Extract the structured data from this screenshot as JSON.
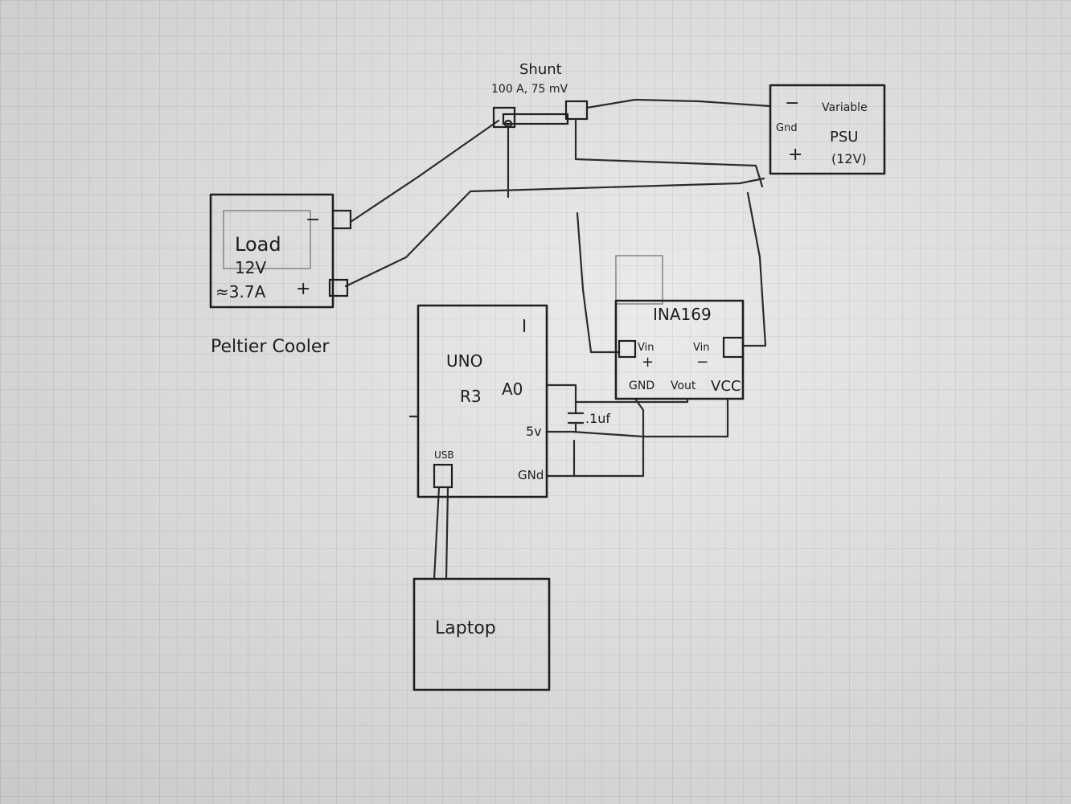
{
  "shunt": {
    "title": "Shunt",
    "rating": "100 A, 75 mV"
  },
  "psu": {
    "minus": "−",
    "gnd": "Gnd",
    "plus": "+",
    "line1": "Variable",
    "line2": "PSU",
    "line3": "(12V)"
  },
  "load": {
    "title": "Load",
    "voltage": "12V",
    "current": "≈3.7A",
    "minus": "−",
    "plus": "+",
    "caption": "Peltier Cooler"
  },
  "ina": {
    "title": "INA169",
    "vin_plus": "Vin",
    "vin_plus_sign": "+",
    "vin_minus": "Vin",
    "vin_minus_sign": "−",
    "gnd": "GND",
    "vout": "Vout",
    "vcc": "VCC"
  },
  "uno": {
    "line1": "UNO",
    "line2": "R3",
    "a0": "A0",
    "v5": "5v",
    "gnd": "GNd",
    "usb": "USB"
  },
  "capacitor": {
    "label": ".1uf"
  },
  "laptop": {
    "label": "Laptop"
  },
  "colors": {
    "paper": "#e4e4e2",
    "ink": "#1f1f1f",
    "grid": "#9a9aa2"
  }
}
